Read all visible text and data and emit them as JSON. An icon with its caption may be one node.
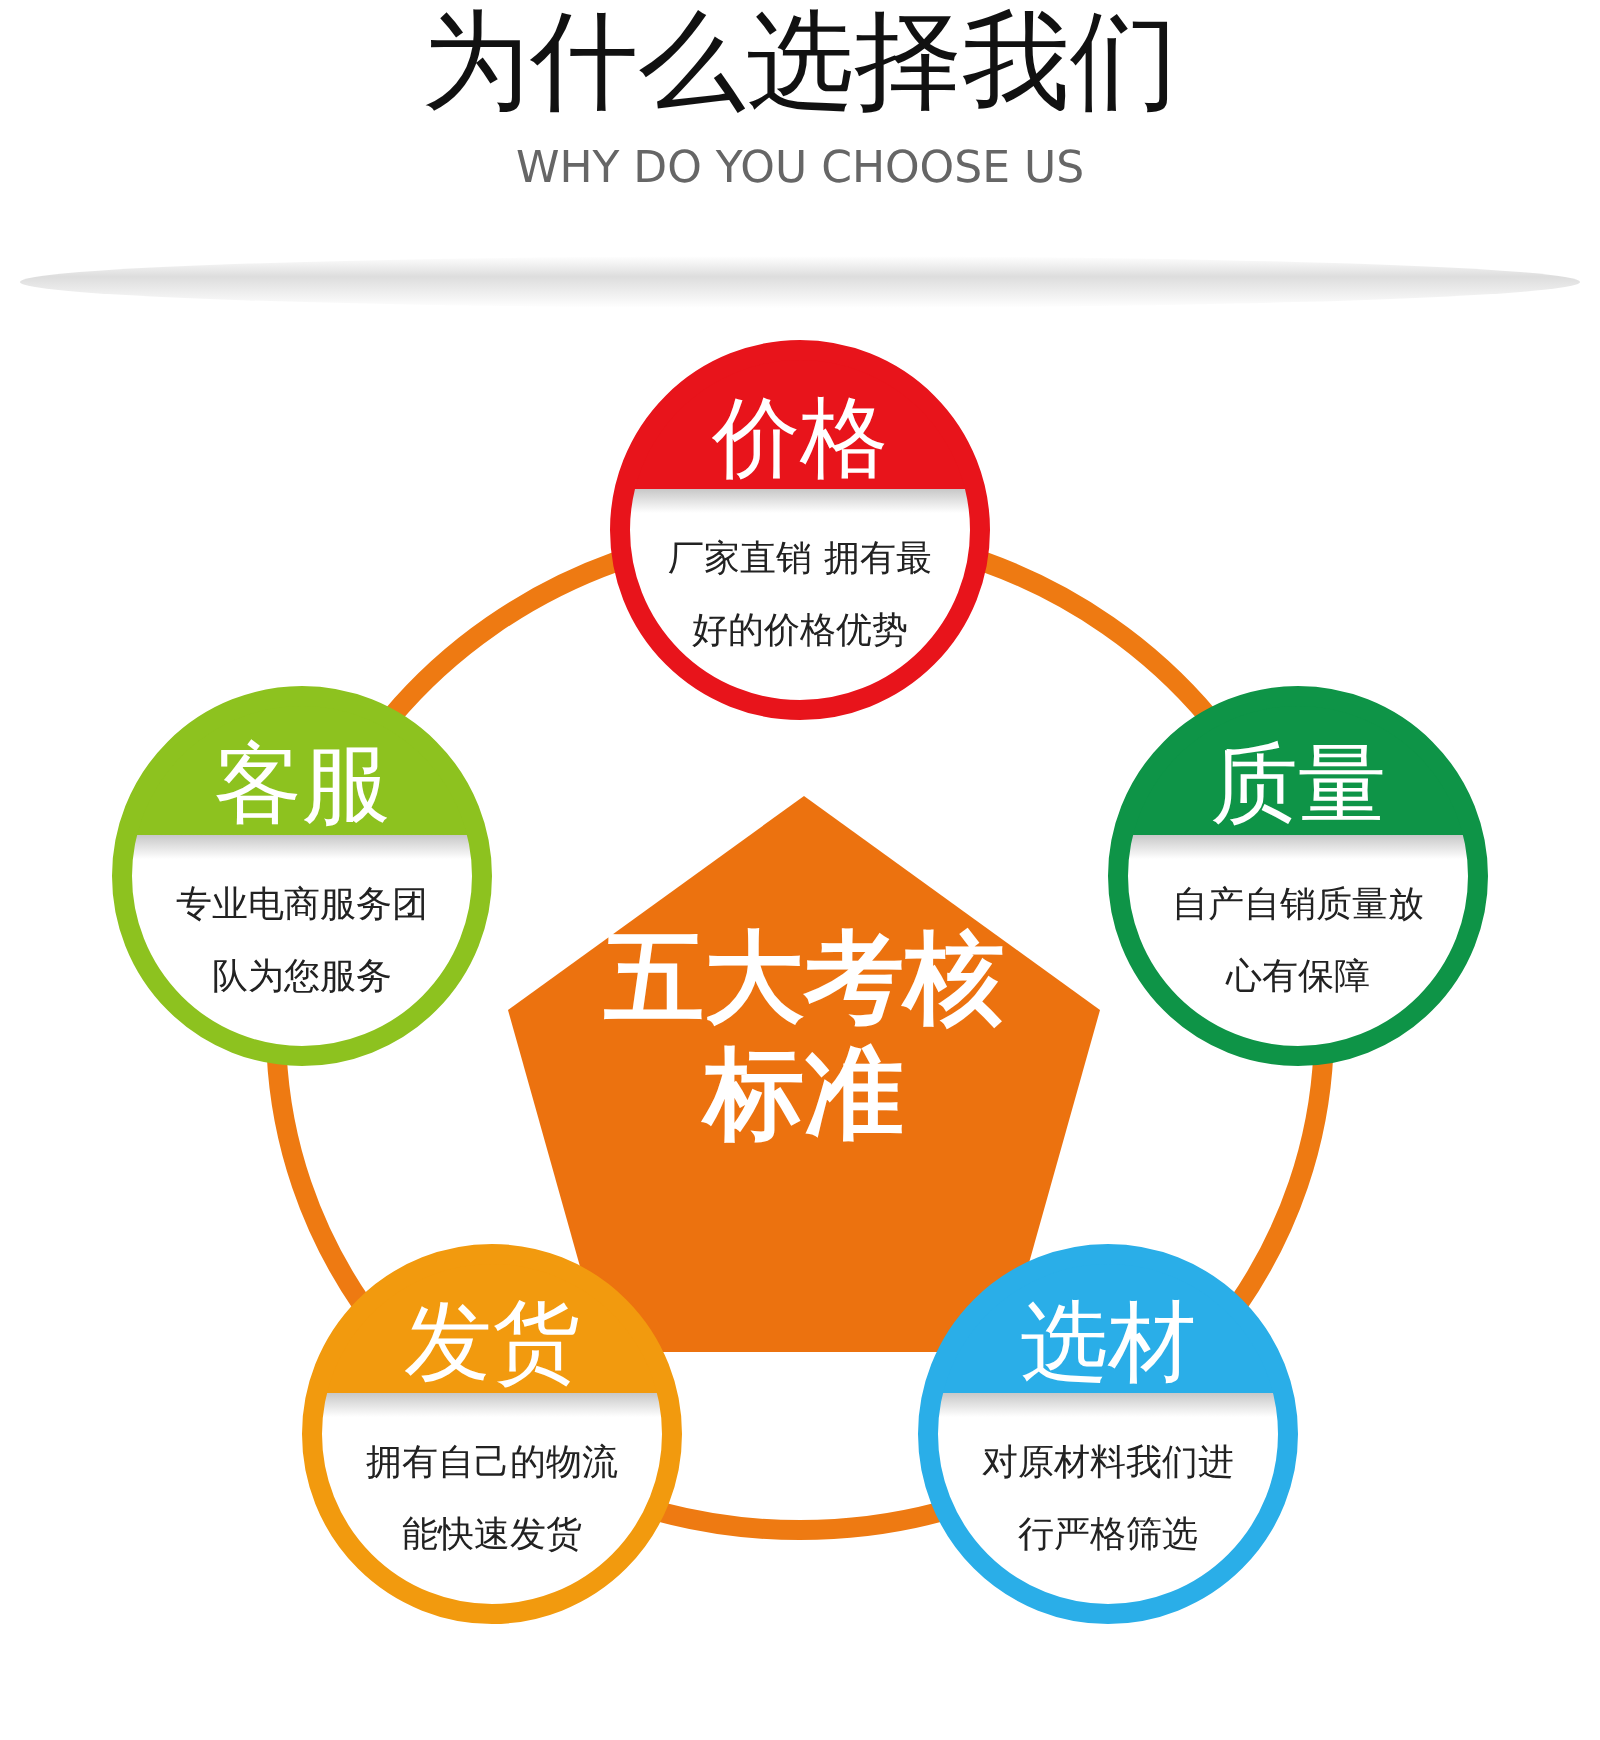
{
  "diagram": {
    "title": "为什么选择我们",
    "caption": "WHY DO YOU CHOOSE US",
    "nodes": [
      {
        "text": [
          "五大考核标准"
        ]
      },
      {
        "text": [
          "价格",
          "厂家直销 拥有最好的价格优势"
        ]
      },
      {
        "text": [
          "质量",
          "自产自销质量放心有保障"
        ]
      },
      {
        "text": [
          "选材",
          "对原材料我们进行严格筛选"
        ]
      },
      {
        "text": [
          "发货",
          "拥有自己的物流能快速发货"
        ]
      },
      {
        "text": [
          "客服",
          "专业电商服务团队为您服务"
        ]
      }
    ],
    "edges": [
      {
        "from": 1,
        "to": 2,
        "arrow": "none"
      },
      {
        "from": 2,
        "to": 3,
        "arrow": "none"
      },
      {
        "from": 3,
        "to": 4,
        "arrow": "none"
      },
      {
        "from": 4,
        "to": 5,
        "arrow": "none"
      },
      {
        "from": 5,
        "to": 1,
        "arrow": "none"
      }
    ]
  }
}
